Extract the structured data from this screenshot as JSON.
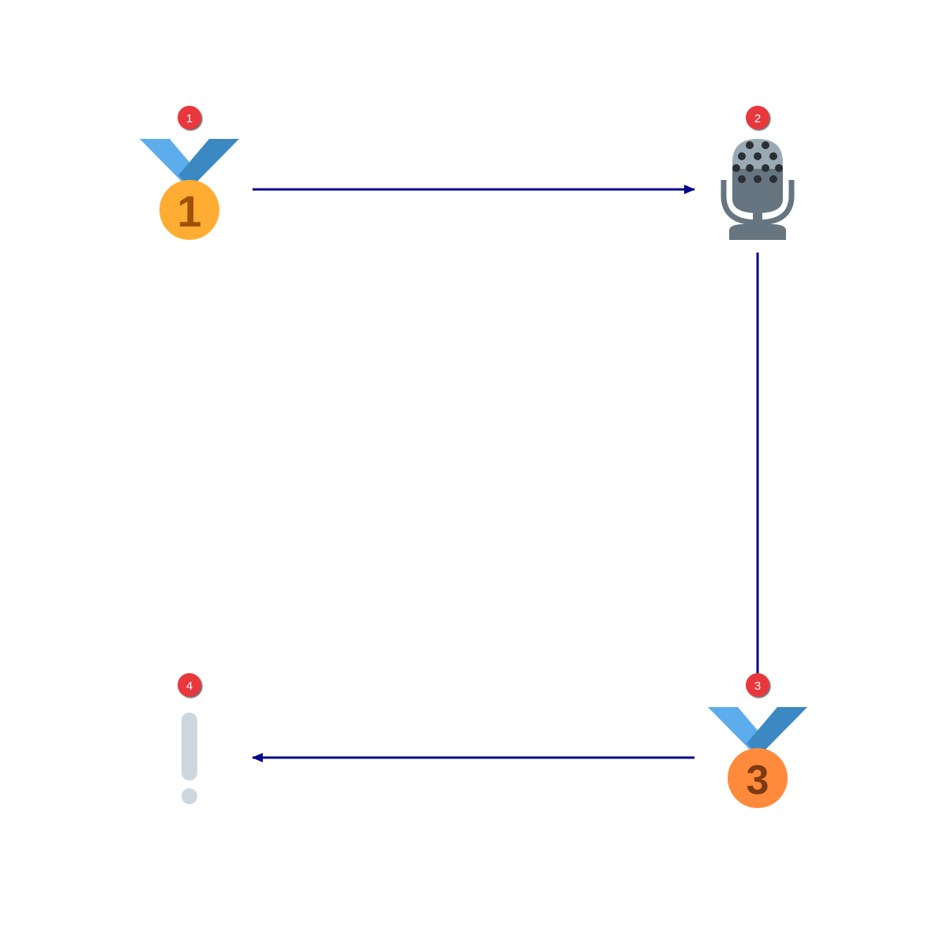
{
  "nodes": [
    {
      "badge": "1",
      "icon": "first-place-medal-icon",
      "digit": "1"
    },
    {
      "badge": "2",
      "icon": "studio-microphone-icon"
    },
    {
      "badge": "3",
      "icon": "third-place-medal-icon",
      "digit": "3"
    },
    {
      "badge": "4",
      "icon": "white-exclamation-mark-icon"
    }
  ],
  "edges": [
    {
      "from": "1",
      "to": "2"
    },
    {
      "from": "2",
      "to": "3"
    },
    {
      "from": "3",
      "to": "4"
    }
  ],
  "colors": {
    "edge": "#00008b",
    "badge": "#e8383d",
    "ribbon_light": "#5dadec",
    "ribbon_dark": "#3b88c3",
    "gold": "#ffac33",
    "gold_digit": "#9e5200",
    "bronze": "#ff8a3b",
    "bronze_digit": "#7c3a13",
    "mic_head": "#99aab5",
    "mic_body": "#66757f",
    "mic_dots": "#292f33",
    "exclamation": "#ccd6dd"
  }
}
